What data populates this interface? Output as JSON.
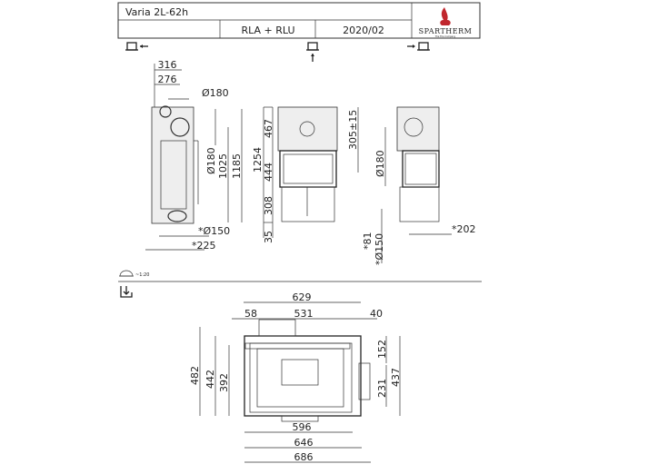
{
  "title_block": {
    "model": "Varia 2L-62h",
    "variant": "RLA + RLU",
    "date": "2020/02",
    "logo_text": "SPARTHERM",
    "logo_tagline": "The Fire Company",
    "logo_flame_color": "#c0262d"
  },
  "view_icons": [
    "view-left-icon",
    "view-front-icon",
    "view-right-icon",
    "view-top-icon"
  ],
  "side_left": {
    "dims": [
      "316",
      "276",
      "Ø180",
      "Ø180",
      "1025",
      "1185",
      "*Ø150",
      "*225"
    ]
  },
  "front": {
    "dims": [
      "1254",
      "467",
      "444",
      "308",
      "35",
      "305±15"
    ]
  },
  "side_right": {
    "dims": [
      "Ø180",
      "*81",
      "*Ø150",
      "*202"
    ]
  },
  "scale": "~1:20",
  "top": {
    "dims": [
      "629",
      "58",
      "531",
      "40",
      "482",
      "442",
      "392",
      "152",
      "231",
      "437",
      "596",
      "646",
      "686"
    ]
  }
}
